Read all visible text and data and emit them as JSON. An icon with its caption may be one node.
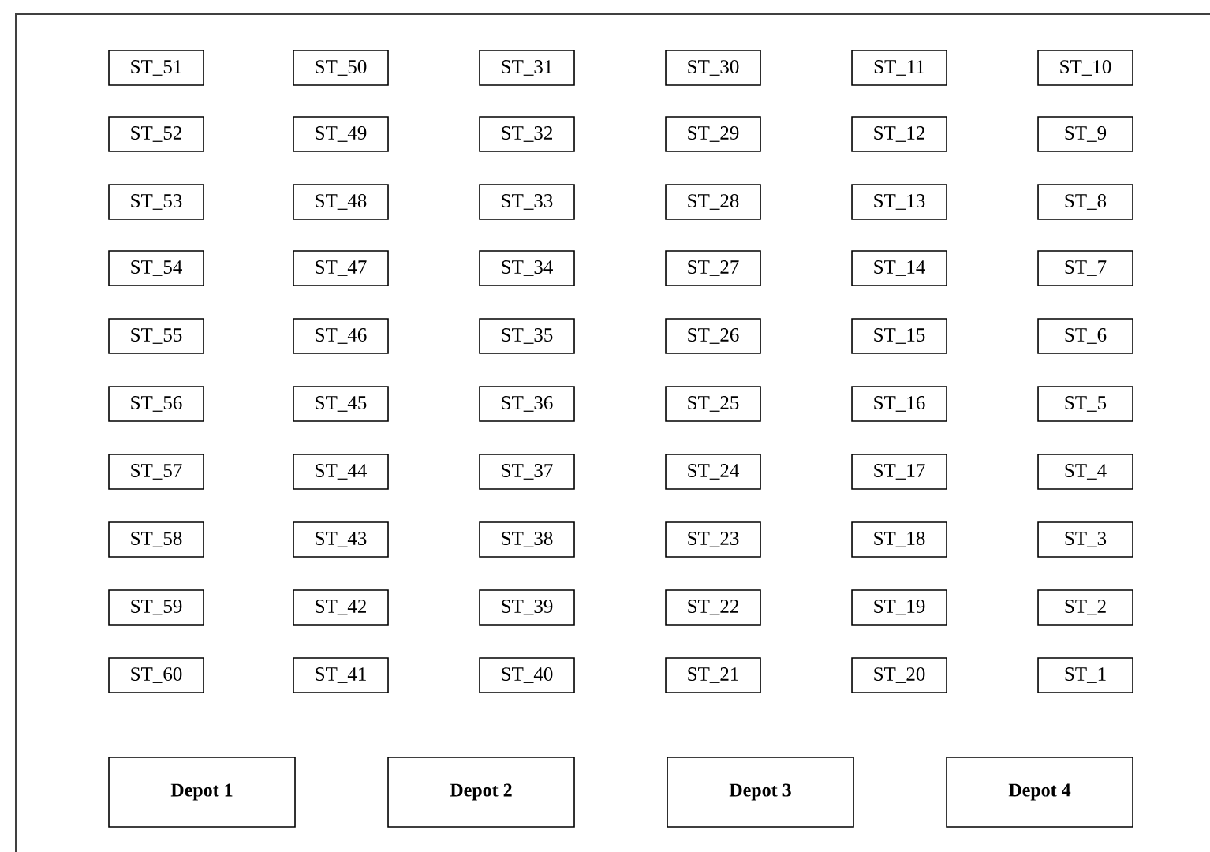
{
  "diagram": {
    "nodes": [
      {
        "text": [
          "ST_51"
        ]
      },
      {
        "text": [
          "ST_50"
        ]
      },
      {
        "text": [
          "ST_31"
        ]
      },
      {
        "text": [
          "ST_30"
        ]
      },
      {
        "text": [
          "ST_11"
        ]
      },
      {
        "text": [
          "ST_10"
        ]
      },
      {
        "text": [
          "ST_52"
        ]
      },
      {
        "text": [
          "ST_49"
        ]
      },
      {
        "text": [
          "ST_32"
        ]
      },
      {
        "text": [
          "ST_29"
        ]
      },
      {
        "text": [
          "ST_12"
        ]
      },
      {
        "text": [
          "ST_9"
        ]
      },
      {
        "text": [
          "ST_53"
        ]
      },
      {
        "text": [
          "ST_48"
        ]
      },
      {
        "text": [
          "ST_33"
        ]
      },
      {
        "text": [
          "ST_28"
        ]
      },
      {
        "text": [
          "ST_13"
        ]
      },
      {
        "text": [
          "ST_8"
        ]
      },
      {
        "text": [
          "ST_54"
        ]
      },
      {
        "text": [
          "ST_47"
        ]
      },
      {
        "text": [
          "ST_34"
        ]
      },
      {
        "text": [
          "ST_27"
        ]
      },
      {
        "text": [
          "ST_14"
        ]
      },
      {
        "text": [
          "ST_7"
        ]
      },
      {
        "text": [
          "ST_55"
        ]
      },
      {
        "text": [
          "ST_46"
        ]
      },
      {
        "text": [
          "ST_35"
        ]
      },
      {
        "text": [
          "ST_26"
        ]
      },
      {
        "text": [
          "ST_15"
        ]
      },
      {
        "text": [
          "ST_6"
        ]
      },
      {
        "text": [
          "ST_56"
        ]
      },
      {
        "text": [
          "ST_45"
        ]
      },
      {
        "text": [
          "ST_36"
        ]
      },
      {
        "text": [
          "ST_25"
        ]
      },
      {
        "text": [
          "ST_16"
        ]
      },
      {
        "text": [
          "ST_5"
        ]
      },
      {
        "text": [
          "ST_57"
        ]
      },
      {
        "text": [
          "ST_44"
        ]
      },
      {
        "text": [
          "ST_37"
        ]
      },
      {
        "text": [
          "ST_24"
        ]
      },
      {
        "text": [
          "ST_17"
        ]
      },
      {
        "text": [
          "ST_4"
        ]
      },
      {
        "text": [
          "ST_58"
        ]
      },
      {
        "text": [
          "ST_43"
        ]
      },
      {
        "text": [
          "ST_38"
        ]
      },
      {
        "text": [
          "ST_23"
        ]
      },
      {
        "text": [
          "ST_18"
        ]
      },
      {
        "text": [
          "ST_3"
        ]
      },
      {
        "text": [
          "ST_59"
        ]
      },
      {
        "text": [
          "ST_42"
        ]
      },
      {
        "text": [
          "ST_39"
        ]
      },
      {
        "text": [
          "ST_22"
        ]
      },
      {
        "text": [
          "ST_19"
        ]
      },
      {
        "text": [
          "ST_2"
        ]
      },
      {
        "text": [
          "ST_60"
        ]
      },
      {
        "text": [
          "ST_41"
        ]
      },
      {
        "text": [
          "ST_40"
        ]
      },
      {
        "text": [
          "ST_21"
        ]
      },
      {
        "text": [
          "ST_20"
        ]
      },
      {
        "text": [
          "ST_1"
        ]
      },
      {
        "text": [
          "Depot 1"
        ]
      },
      {
        "text": [
          "Depot 2"
        ]
      },
      {
        "text": [
          "Depot 3"
        ]
      },
      {
        "text": [
          "Depot 4"
        ]
      }
    ]
  }
}
